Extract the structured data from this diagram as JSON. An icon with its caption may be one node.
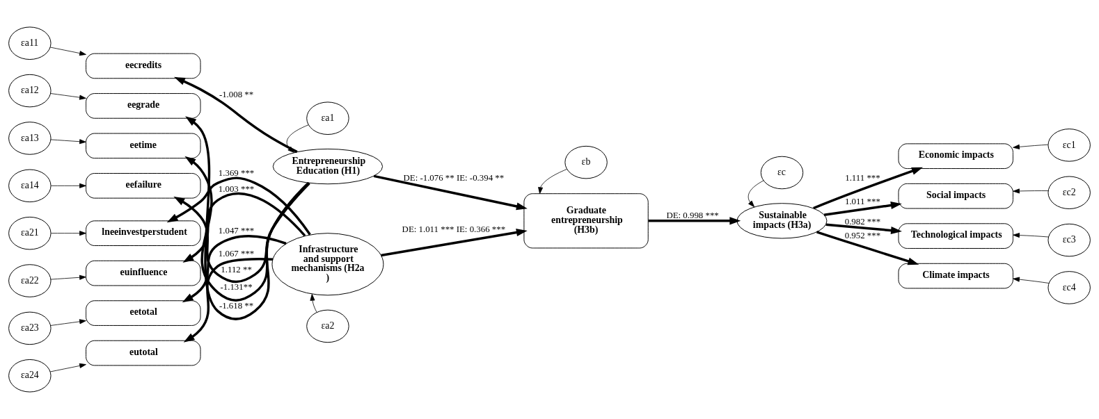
{
  "diagram": {
    "nodes": [
      {
        "text": [
          "εa11"
        ]
      },
      {
        "text": [
          "eecredits"
        ]
      },
      {
        "text": [
          "εa12"
        ]
      },
      {
        "text": [
          "eegrade"
        ]
      },
      {
        "text": [
          "εa13"
        ]
      },
      {
        "text": [
          "eetime"
        ]
      },
      {
        "text": [
          "εa14"
        ]
      },
      {
        "text": [
          "eefailure"
        ]
      },
      {
        "text": [
          "εa1"
        ]
      },
      {
        "text": [
          "Entrepreneurship Education (H1)"
        ]
      },
      {
        "text": [
          "εb"
        ]
      },
      {
        "text": [
          "Graduate entrepreneurship (H3b)"
        ]
      },
      {
        "text": [
          "εc"
        ]
      },
      {
        "text": [
          "Sustainable impacts (H3a)"
        ]
      },
      {
        "text": [
          "Economic impacts"
        ]
      },
      {
        "text": [
          "εc1"
        ]
      },
      {
        "text": [
          "Social impacts"
        ]
      },
      {
        "text": [
          "εc2"
        ]
      },
      {
        "text": [
          "Technological impacts"
        ]
      },
      {
        "text": [
          "εc3"
        ]
      },
      {
        "text": [
          "Climate impacts"
        ]
      },
      {
        "text": [
          "εc4"
        ]
      },
      {
        "text": [
          "εa21"
        ]
      },
      {
        "text": [
          "lneeinvestperstudent"
        ]
      },
      {
        "text": [
          "εa22"
        ]
      },
      {
        "text": [
          "euinfluence"
        ]
      },
      {
        "text": [
          "εa23"
        ]
      },
      {
        "text": [
          "eetotal"
        ]
      },
      {
        "text": [
          "εa24"
        ]
      },
      {
        "text": [
          "eutotal"
        ]
      },
      {
        "text": [
          "Infrastructure and support mechanisms (H2a )"
        ]
      },
      {
        "text": [
          "εa2"
        ]
      }
    ],
    "edges": [
      {
        "from": 0,
        "to": 1,
        "arrow": "to"
      },
      {
        "from": 2,
        "to": 3,
        "arrow": "to"
      },
      {
        "from": 4,
        "to": 5,
        "arrow": "to"
      },
      {
        "from": 6,
        "to": 7,
        "arrow": "to"
      },
      {
        "from": 9,
        "to": 1,
        "arrow": "to",
        "label": "-1.008 **",
        "style": "thick"
      },
      {
        "from": 9,
        "to": 3,
        "arrow": "to",
        "label": "-1.618 **",
        "style": "thick"
      },
      {
        "from": 9,
        "to": 5,
        "arrow": "to",
        "label": "-1.131**",
        "style": "thick"
      },
      {
        "from": 9,
        "to": 7,
        "arrow": "to",
        "label": "1.112 **",
        "style": "thick"
      },
      {
        "from": 8,
        "to": 9,
        "arrow": "to"
      },
      {
        "from": 10,
        "to": 11,
        "arrow": "to"
      },
      {
        "from": 9,
        "to": 11,
        "arrow": "to",
        "label": "DE: -1.076 ** IE: -0.394 **",
        "style": "thick"
      },
      {
        "from": 30,
        "to": 11,
        "arrow": "to",
        "label": "DE: 1.011 *** IE: 0.366 ***",
        "style": "thick"
      },
      {
        "from": 11,
        "to": 13,
        "arrow": "to",
        "label": "DE: 0.998 ***",
        "style": "thick"
      },
      {
        "from": 12,
        "to": 13,
        "arrow": "to"
      },
      {
        "from": 13,
        "to": 14,
        "arrow": "to",
        "label": "1.111 ***",
        "style": "thick"
      },
      {
        "from": 13,
        "to": 16,
        "arrow": "to",
        "label": "1.011 ***",
        "style": "thick"
      },
      {
        "from": 13,
        "to": 18,
        "arrow": "to",
        "label": "0.982 ***",
        "style": "thick"
      },
      {
        "from": 13,
        "to": 20,
        "arrow": "to",
        "label": "0.952 ***",
        "style": "thick"
      },
      {
        "from": 15,
        "to": 14,
        "arrow": "to"
      },
      {
        "from": 17,
        "to": 16,
        "arrow": "to"
      },
      {
        "from": 19,
        "to": 18,
        "arrow": "to"
      },
      {
        "from": 21,
        "to": 20,
        "arrow": "to"
      },
      {
        "from": 22,
        "to": 23,
        "arrow": "to"
      },
      {
        "from": 24,
        "to": 25,
        "arrow": "to"
      },
      {
        "from": 26,
        "to": 27,
        "arrow": "to"
      },
      {
        "from": 28,
        "to": 29,
        "arrow": "to"
      },
      {
        "from": 30,
        "to": 23,
        "arrow": "to",
        "label": "1.369 ***",
        "style": "thick"
      },
      {
        "from": 30,
        "to": 25,
        "arrow": "to",
        "label": "1.003 ***",
        "style": "thick"
      },
      {
        "from": 30,
        "to": 27,
        "arrow": "to",
        "label": "1.047 ***",
        "style": "thick"
      },
      {
        "from": 30,
        "to": 29,
        "arrow": "to",
        "label": "1.067 ***",
        "style": "thick"
      },
      {
        "from": 31,
        "to": 30,
        "arrow": "to"
      }
    ]
  }
}
